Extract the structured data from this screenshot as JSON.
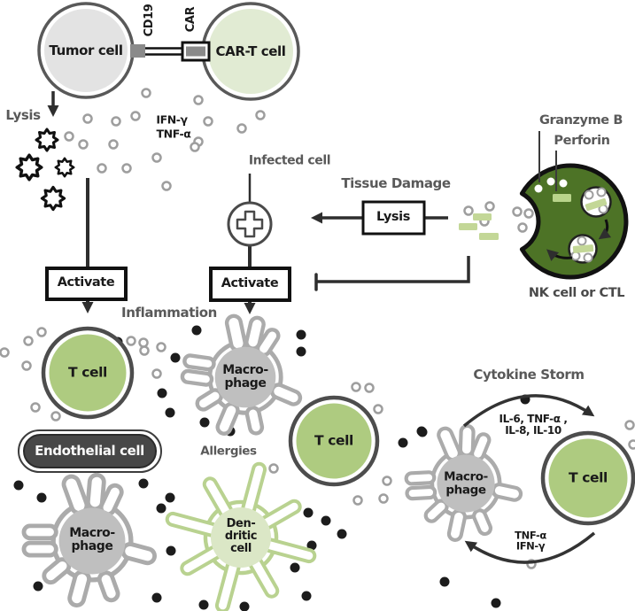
{
  "top": {
    "tumor_cell": "Tumor cell",
    "cd19": "CD19",
    "car": "CAR",
    "car_t_cell": "CAR-T cell",
    "lysis": "Lysis",
    "cytokine_line1": "IFN-γ",
    "cytokine_line2": "TNF-α"
  },
  "middle": {
    "infected_cell": "Infected cell",
    "tissue_damage": "Tissue Damage",
    "lysis_box": "Lysis",
    "activate_left": "Activate",
    "activate_center": "Activate",
    "inflammation": "Inflammation"
  },
  "nk": {
    "granzyme": "Granzyme B",
    "perforin": "Perforin",
    "label": "NK cell or CTL"
  },
  "cells": {
    "t_cell_1": "T cell",
    "t_cell_2": "T cell",
    "t_cell_3": "T cell",
    "endothelial": "Endothelial cell",
    "macro_line1": "Macro-",
    "macro_line2": "phage",
    "dendritic_line1": "Den-",
    "dendritic_line2": "dritic",
    "dendritic_line3": "cell",
    "allergies": "Allergies"
  },
  "storm": {
    "title": "Cytokine Storm",
    "top_line1": "IL-6, TNF-α ,",
    "top_line2": "IL-8, IL-10",
    "bottom_line1": "TNF-α",
    "bottom_line2": "IFN-γ"
  },
  "colors": {
    "cell_green": "#aecb80",
    "pale_green": "#e1ebd3",
    "nk_green": "#4d7326",
    "bar_green": "#c3d797",
    "dendritic_green": "#b9d290",
    "tumor_gray": "#e3e3e3",
    "macrophage_gray": "#bfbfbf",
    "macrophage_outline": "#ababab",
    "cell_outline": "#4d4d4d",
    "label_gray": "#595959",
    "text_black": "#1a1a1a",
    "endothelial_fill": "#474747"
  }
}
